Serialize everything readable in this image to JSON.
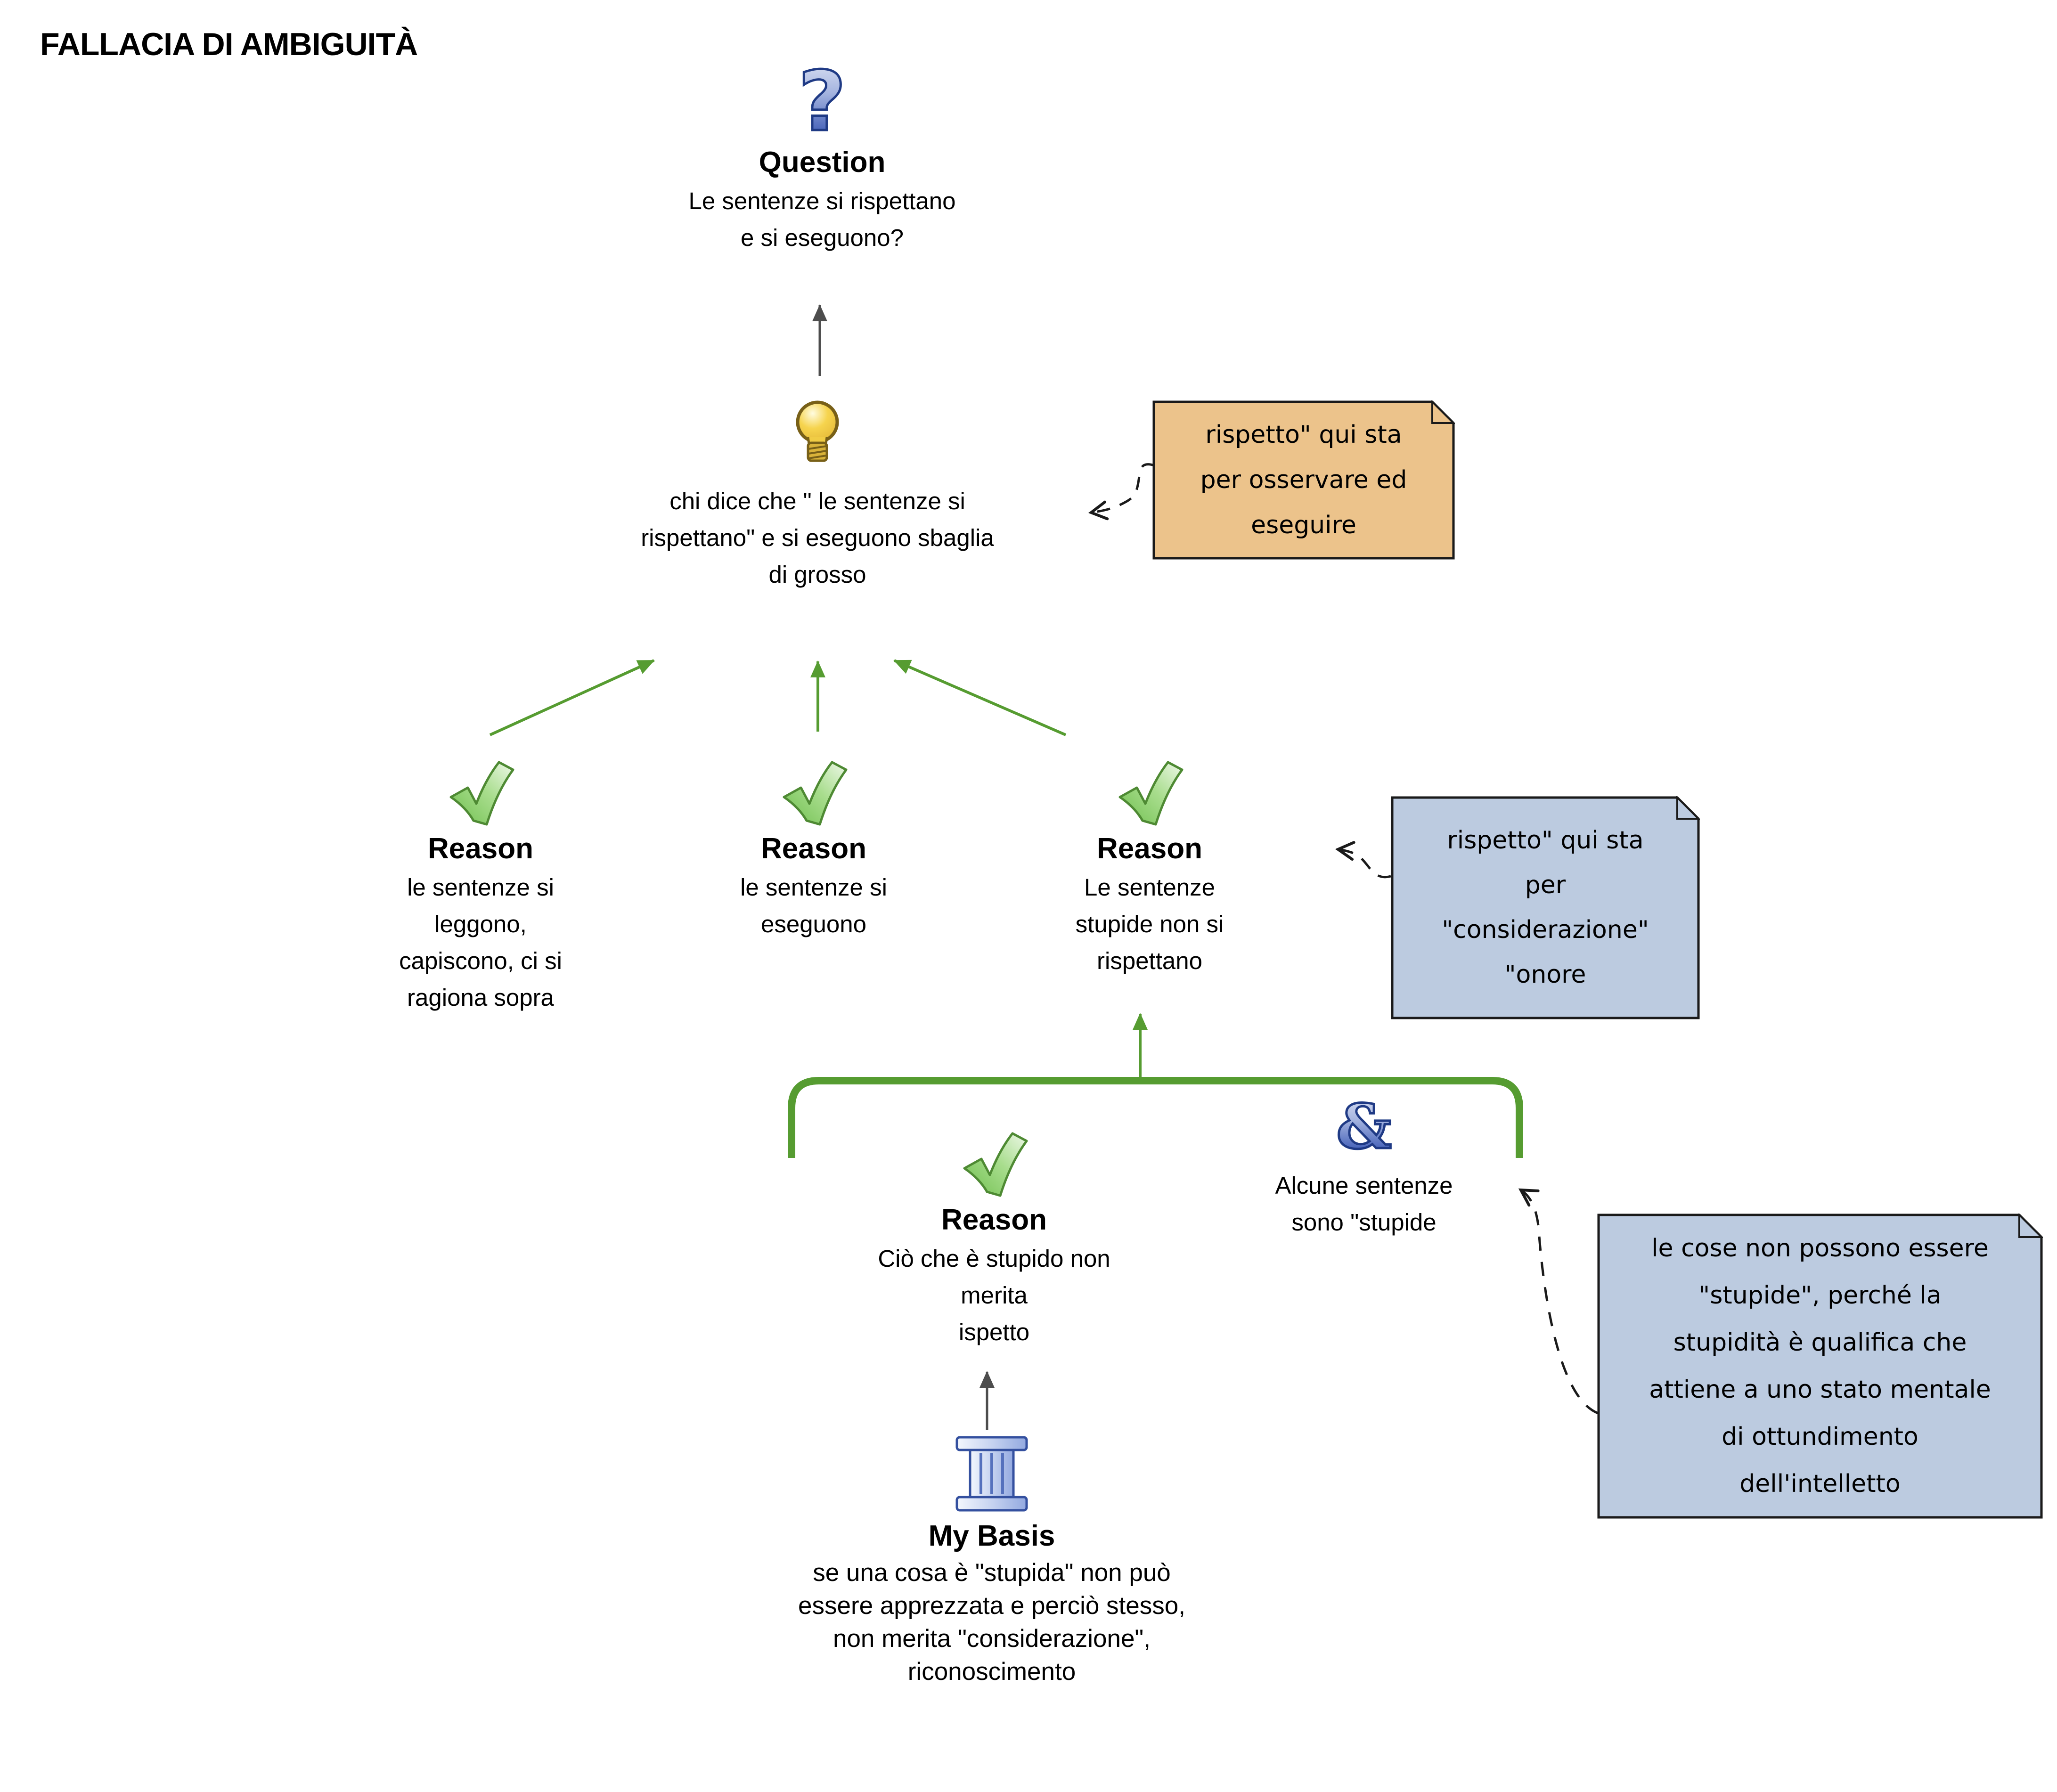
{
  "title": "FALLACIA DI AMBIGUITÀ",
  "question": {
    "label": "Question",
    "text": "Le sentenze si rispettano\ne si eseguono?"
  },
  "contention": {
    "text": "chi dice che \" le sentenze si\nrispettano\" e si eseguono sbaglia\ndi grosso"
  },
  "reasons": [
    {
      "label": "Reason",
      "text": "le sentenze si\nleggono,\ncapiscono, ci si\nragiona sopra"
    },
    {
      "label": "Reason",
      "text": "le sentenze si\neseguono"
    },
    {
      "label": "Reason",
      "text": "Le sentenze\nstupide non si\nrispettano"
    }
  ],
  "group": {
    "sub_reason": {
      "label": "Reason",
      "text": "Ciò che è stupido non\nmerita\nispetto"
    },
    "co_premise": {
      "text": "Alcune sentenze\nsono \"stupide"
    }
  },
  "basis": {
    "label": "My Basis",
    "text": "se una cosa è \"stupida\" non può\nessere apprezzata e perciò stesso,\nnon merita \"considerazione\",\nriconoscimento"
  },
  "notes": [
    {
      "id": "note-osservare",
      "fill": "#ecc38b",
      "text": "rispetto\" qui sta\nper osservare ed\neseguire"
    },
    {
      "id": "note-considerazione",
      "fill": "#bccbe0",
      "text": "rispetto\" qui sta\nper\n\"considerazione\"\n\"onore"
    },
    {
      "id": "note-stupidita",
      "fill": "#bccbe0",
      "text": "le cose non possono essere\n\"stupide\", perché la\nstupidità è qualifica che\nattiene a uno stato mentale\ndi ottundimento\ndell'intelletto"
    }
  ],
  "colors": {
    "arrow_green": "#569c31",
    "arrow_dark": "#4d4d4d",
    "dashed_connector": "#1a1a1a",
    "note_orange": "#ecc38b",
    "note_blue": "#bccbe0",
    "icon_blue": "#3f5cb5",
    "check_green": "#6fbf4e",
    "bulb_yellow": "#f6d44e"
  }
}
